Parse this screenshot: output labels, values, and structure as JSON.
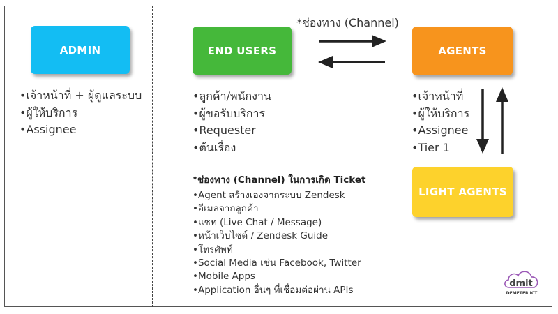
{
  "admin": {
    "label": "ADMIN",
    "items": [
      "•เจ้าหน้าที่ + ผู้ดูแลระบบ",
      "•ผู้ให้บริการ",
      "•Assignee"
    ]
  },
  "end_users": {
    "label": "END USERS",
    "items": [
      "•ลูกค้า/พนักงาน",
      "•ผู้ขอรับบริการ",
      "•Requester",
      "•ต้นเรื่อง"
    ]
  },
  "agents": {
    "label": "AGENTS",
    "items": [
      "•เจ้าหน้าที่",
      "•ผู้ให้บริการ",
      "•Assignee",
      "•Tier 1"
    ]
  },
  "light_agents": {
    "label": "LIGHT AGENTS"
  },
  "channel_label": "*ช่องทาง (Channel)",
  "channels": {
    "title": "*ช่องทาง (Channel) ในการเกิด Ticket",
    "items": [
      "•Agent สร้างเองจากระบบ Zendesk",
      "•อีเมลจากลูกค้า",
      "•แชท (Live Chat / Message)",
      "•หน้าเว็บไซต์ / Zendesk Guide",
      "•โทรศัพท์",
      "•Social Media เช่น Facebook, Twitter",
      "•Mobile Apps",
      "•Application อื่นๆ ที่เชื่อมต่อผ่าน APIs"
    ]
  },
  "logo": {
    "text": "dmit",
    "subtext": "DEMETER ICT"
  },
  "colors": {
    "admin": "#13bdf3",
    "end_users": "#45b83a",
    "agents": "#f7941d",
    "light_agents": "#fdd22c"
  }
}
